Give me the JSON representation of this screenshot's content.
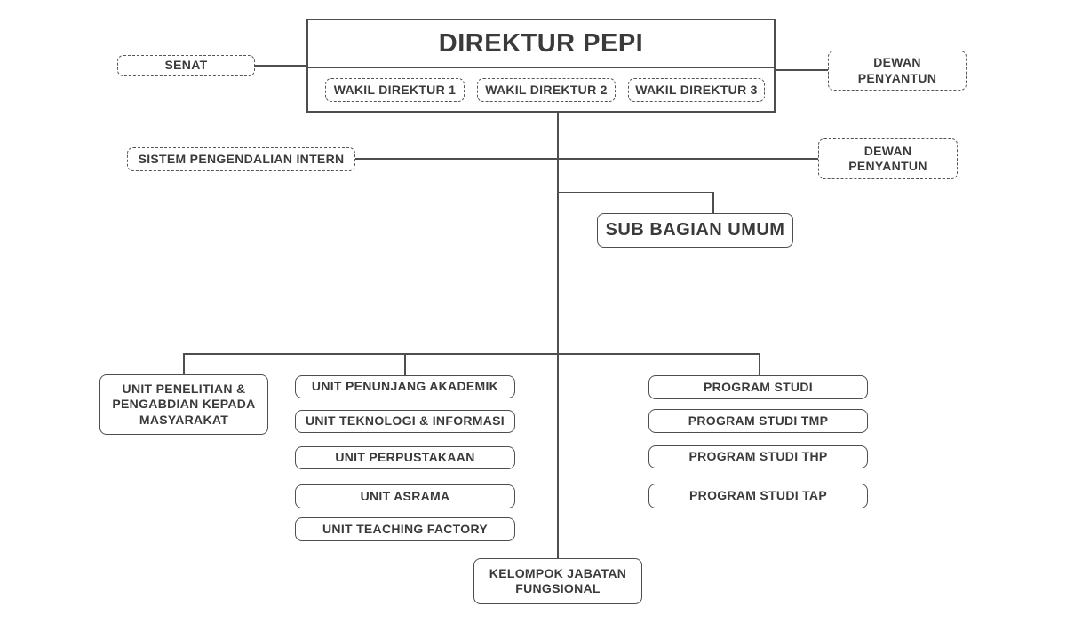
{
  "colors": {
    "background": "#ffffff",
    "line": "#4e4e4e",
    "border_solid": "#4e4e4e",
    "border_dashed": "#555555",
    "text": "#3a3a3a"
  },
  "org": {
    "root": {
      "label": "DIREKTUR PEPI"
    },
    "deputies": [
      {
        "label": "WAKIL DIREKTUR 1"
      },
      {
        "label": "WAKIL DIREKTUR 2"
      },
      {
        "label": "WAKIL DIREKTUR 3"
      }
    ],
    "senat": {
      "label": "SENAT"
    },
    "dewan_top": {
      "label": "DEWAN PENYANTUN"
    },
    "spi": {
      "label": "SISTEM PENGENDALIAN INTERN"
    },
    "dewan_mid": {
      "label": "DEWAN PENYANTUN"
    },
    "sub_bagian": {
      "label": "SUB BAGIAN UMUM"
    },
    "unit_penelitian": {
      "label": "UNIT PENELITIAN & PENGABDIAN KEPADA MASYARAKAT"
    },
    "units": [
      {
        "label": "UNIT PENUNJANG AKADEMIK"
      },
      {
        "label": "UNIT TEKNOLOGI & INFORMASI"
      },
      {
        "label": "UNIT PERPUSTAKAAN"
      },
      {
        "label": "UNIT ASRAMA"
      },
      {
        "label": "UNIT TEACHING FACTORY"
      }
    ],
    "programs": [
      {
        "label": "PROGRAM STUDI"
      },
      {
        "label": "PROGRAM STUDI TMP"
      },
      {
        "label": "PROGRAM STUDI THP"
      },
      {
        "label": "PROGRAM STUDI TAP"
      }
    ],
    "functional": {
      "label": "KELOMPOK JABATAN FUNGSIONAL"
    }
  }
}
